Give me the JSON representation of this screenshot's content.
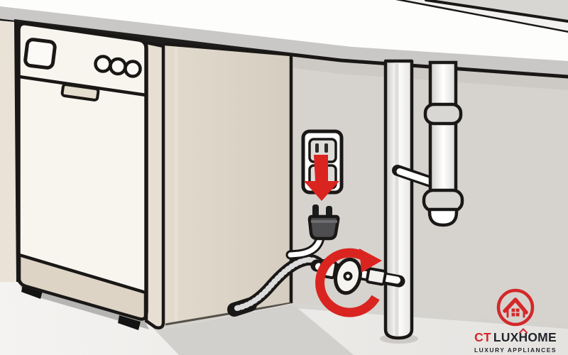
{
  "logo": {
    "prefix": "CT",
    "name_part1": "LUX",
    "name_h": "H",
    "name_part2": "OME",
    "tagline": "LUXURY APPLIANCES"
  },
  "colors": {
    "ink": "#1a1816",
    "red": "#da2420",
    "counter-top": "#fdfdfc",
    "counter-edge": "#c9c8c6",
    "wall": "#d6d3ce",
    "wall-corner": "#d8d6d3",
    "cab-panel": "#dcd4c7",
    "cab-side": "#e7dfd2",
    "cab-left": "#eae2d6",
    "dw-body": "#f8f5ef",
    "dw-kick": "#ddd4c6",
    "dw-handle": "#e5ddcd",
    "floor": "#efedeb",
    "floor-shadow": "#d2d0cd",
    "pipe": "#ffffff",
    "coupling": "#d9d7d4",
    "outlet-face": "#dddcd9",
    "plug": "#4e4e50",
    "logo-red": "#d3282a",
    "logo-dark": "#23262c"
  },
  "illustration": {
    "description": "Cartoon how-to illustration: disconnecting a dishwasher under a kitchen counter",
    "icons": [
      "dishwasher-icon",
      "power-outlet-icon",
      "power-plug-icon",
      "down-arrow-icon",
      "rotate-arrow-icon",
      "shutoff-valve-icon",
      "braided-hose-icon",
      "drain-pipe-icon",
      "counter-leg-icon",
      "house-logo-icon"
    ]
  }
}
